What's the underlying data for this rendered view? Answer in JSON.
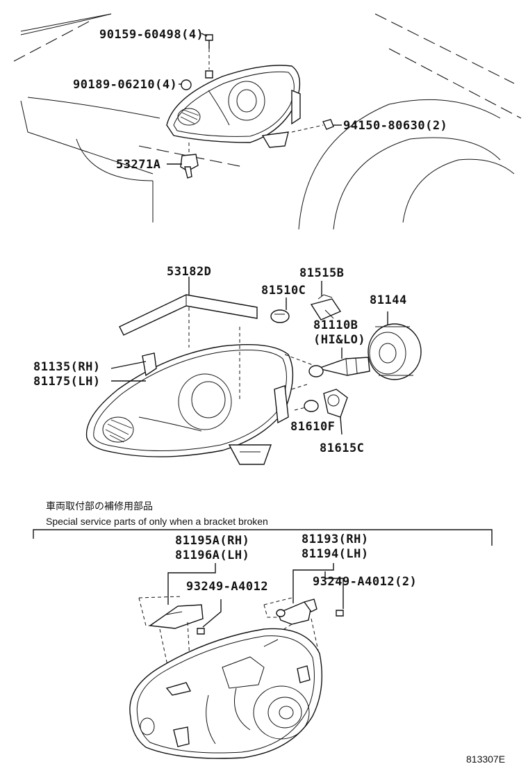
{
  "labels": {
    "p1": "90159-60498(4)",
    "p2": "90189-06210(4)",
    "p3": "94150-80630(2)",
    "p4": "53271A",
    "p5": "53182D",
    "p6": "81515B",
    "p7": "81510C",
    "p8": "81144",
    "p9": "81110B",
    "p9b": "(HI&LO)",
    "p10a": "81135(RH)",
    "p10b": "81175(LH)",
    "p11": "81610F",
    "p12": "81615C",
    "p13a": "81195A(RH)",
    "p13b": "81196A(LH)",
    "p14a": "81193(RH)",
    "p14b": "81194(LH)",
    "p15": "93249-A4012",
    "p16": "93249-A4012(2)"
  },
  "note": {
    "jp": "車両取付部の補修用部品",
    "en": "Special service parts of only when a bracket broken"
  },
  "figure_id": "813307E"
}
